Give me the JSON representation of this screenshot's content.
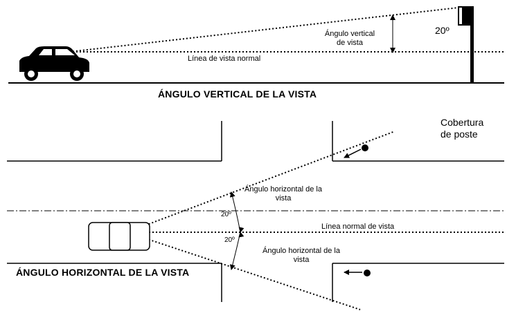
{
  "top_diagram": {
    "vertical_angle_label": "Ángulo vertical de vista",
    "normal_sight_label": "Línea de vista normal",
    "angle_value": "20º",
    "title": "ÁNGULO VERTICAL DE LA VISTA"
  },
  "bottom_diagram": {
    "pole_coverage_label": "Cobertura de poste",
    "horizontal_angle_label": "Ángulo horizontal de la vista",
    "normal_sight_label": "Línea normal de vista",
    "angle_value": "20º",
    "title": "ÁNGULO HORIZONTAL DE LA VISTA"
  }
}
